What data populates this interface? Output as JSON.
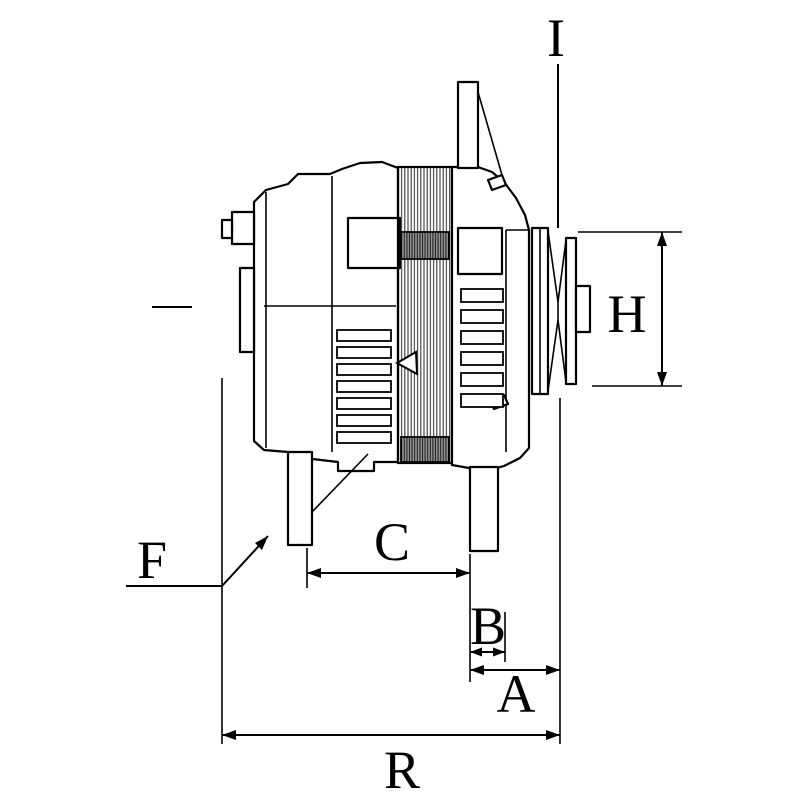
{
  "labels": {
    "I": "I",
    "H": "H",
    "F": "F",
    "C": "C",
    "B": "B",
    "A": "A",
    "R": "R"
  },
  "colors": {
    "line": "#000000",
    "background": "#ffffff",
    "texture": "#3a3a3a"
  }
}
